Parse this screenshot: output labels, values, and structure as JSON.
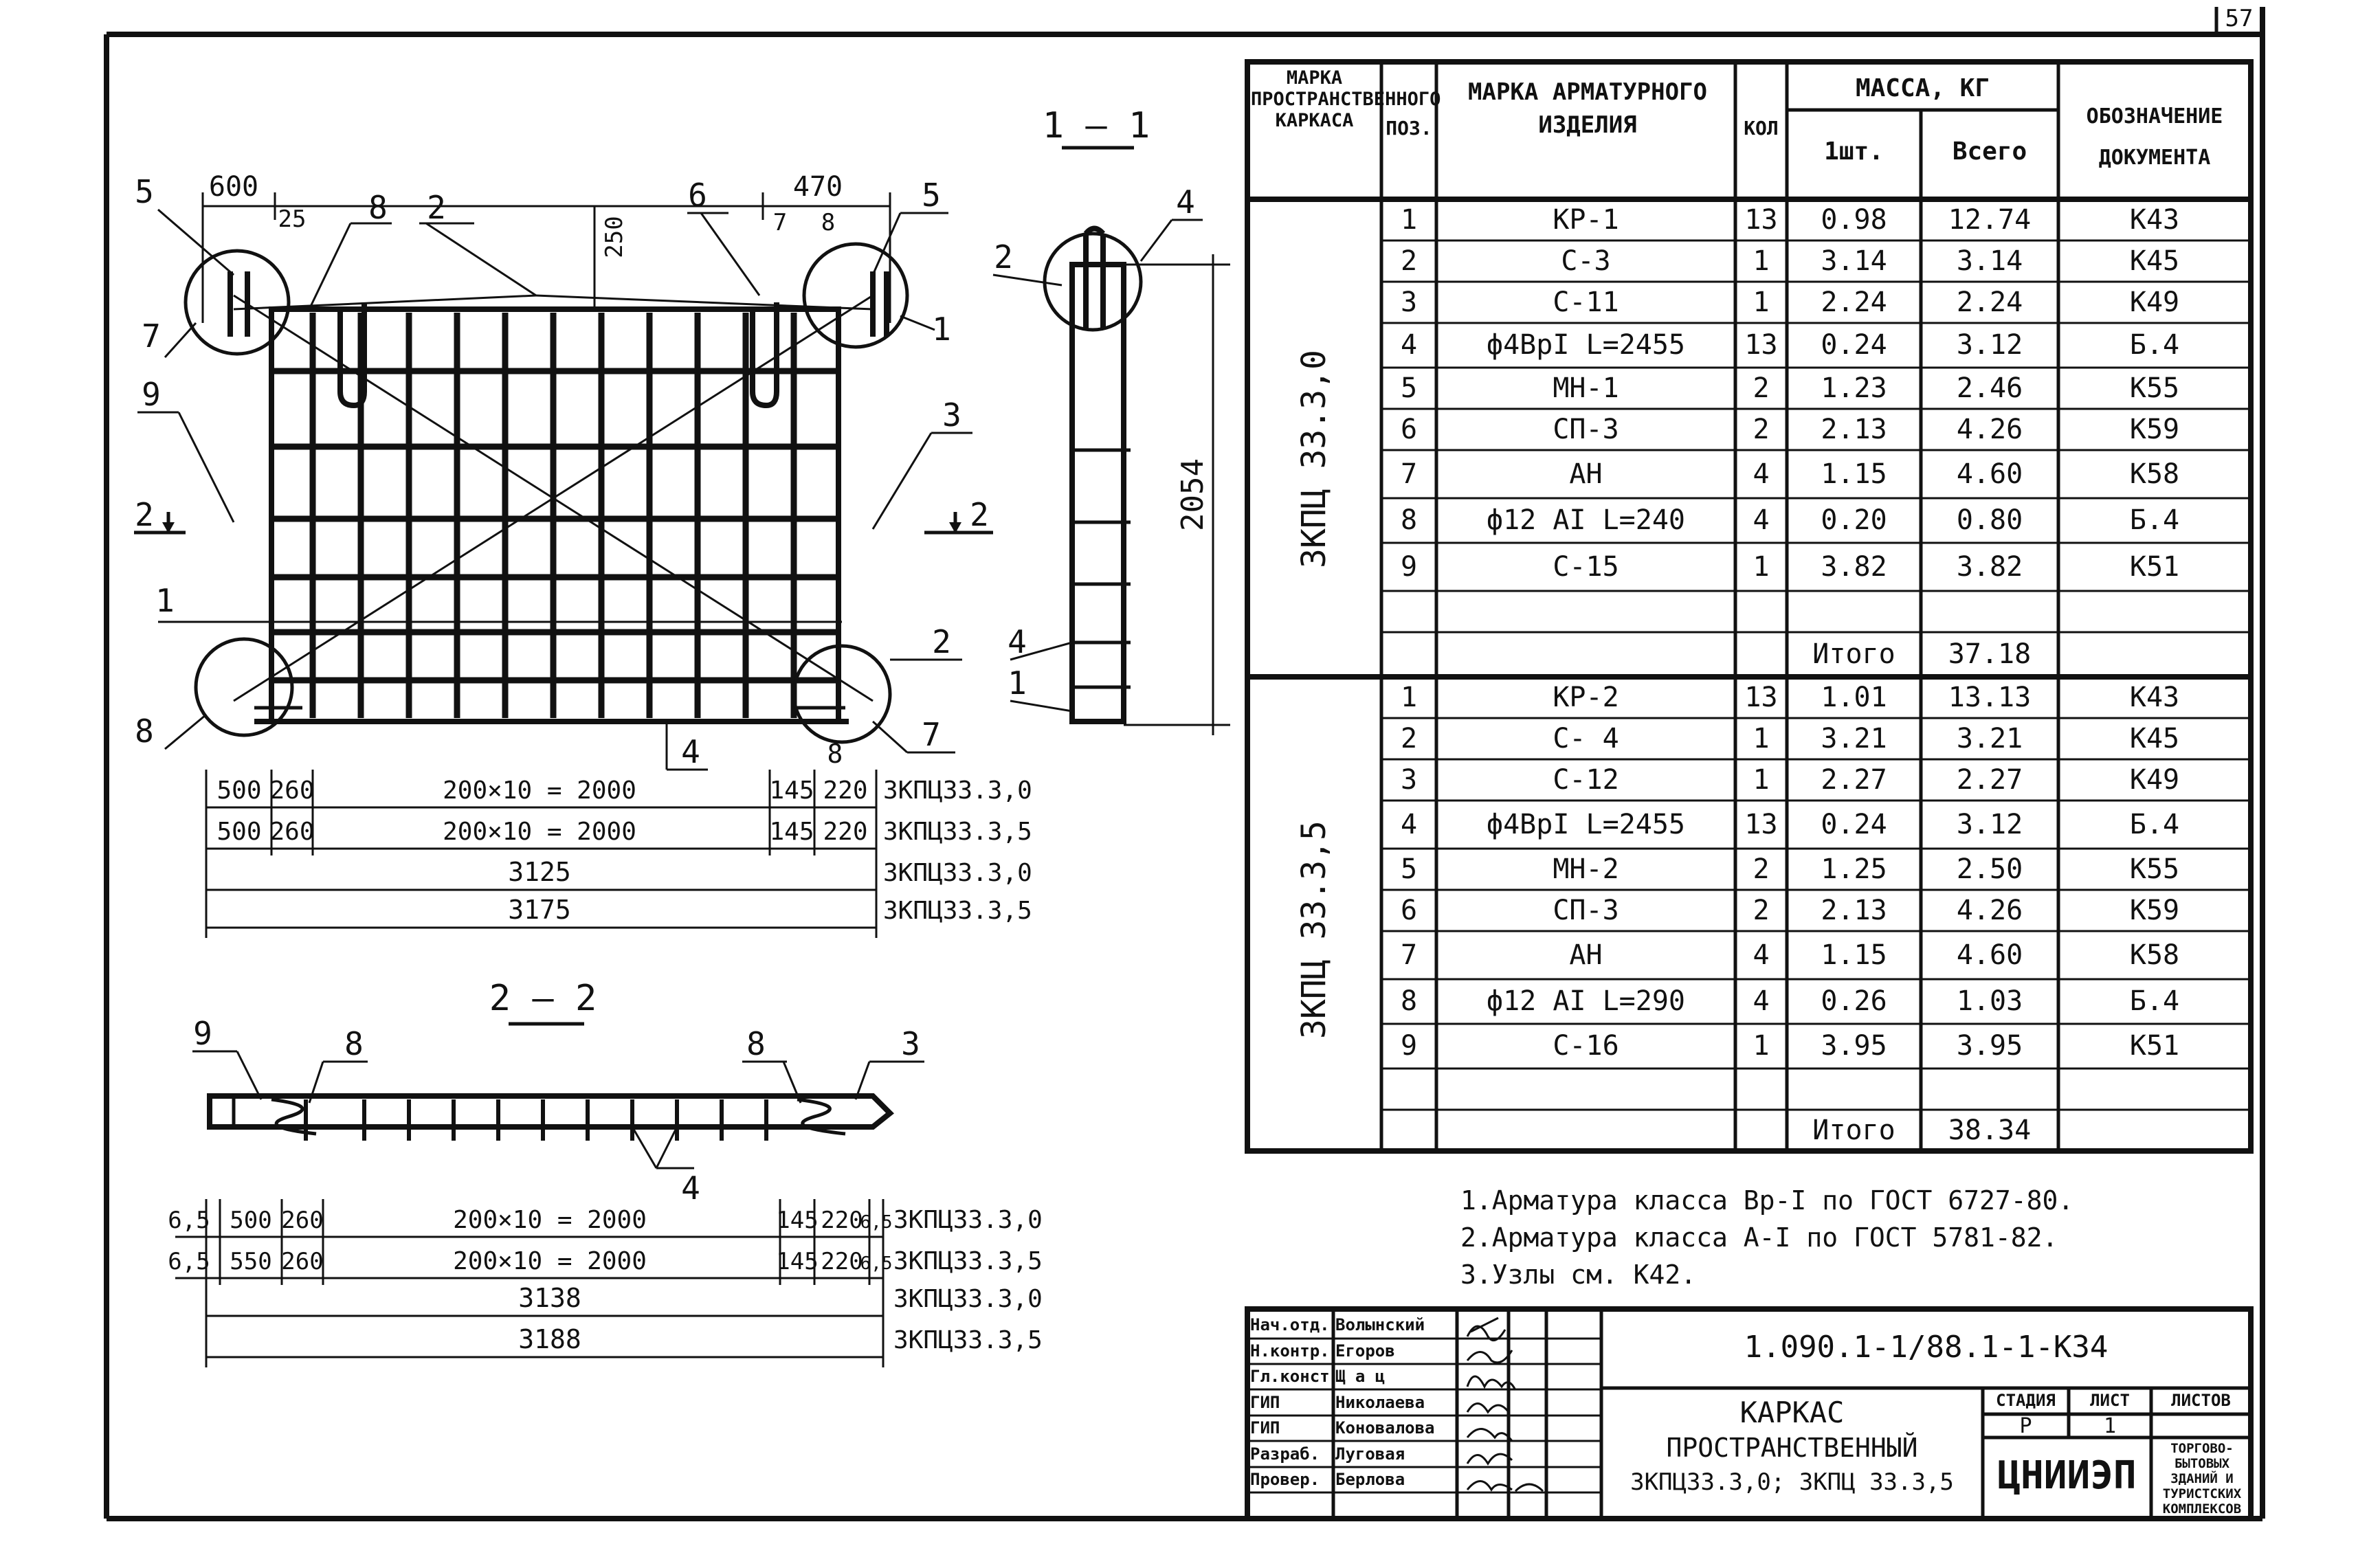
{
  "sheet_number": "57",
  "views": {
    "elevation": {
      "dims_top": [
        "600",
        "25",
        "250",
        "470"
      ],
      "callouts": {
        "c5a": "5",
        "c8a": "8",
        "c2a": "2",
        "c6": "6",
        "c7a": "7",
        "c8b": "8",
        "c5b": "5",
        "c7b": "7",
        "c1a": "1",
        "c9": "9",
        "c3": "3",
        "c1b": "1",
        "c2b": "2",
        "c8c": "8",
        "c4": "4",
        "c8d": "8",
        "c7c": "7"
      },
      "section_left": "2",
      "section_right": "2",
      "dim_rows": [
        {
          "a": "500",
          "b": "260",
          "mid": "200×10 = 2000",
          "c": "145",
          "d": "220",
          "tag": "3КПЦ33.3,0"
        },
        {
          "a": "500",
          "b": "260",
          "mid": "200×10 = 2000",
          "c": "145",
          "d": "220",
          "tag": "3КПЦ33.3,5"
        }
      ],
      "totals": [
        {
          "value": "3125",
          "tag": "3КПЦ33.3,0"
        },
        {
          "value": "3175",
          "tag": "3КПЦ33.3,5"
        }
      ]
    },
    "section_1_1": {
      "title": "1 – 1",
      "height_dim": "2054",
      "callouts": {
        "c4a": "4",
        "c2": "2",
        "c4b": "4",
        "c1": "1"
      }
    },
    "section_2_2": {
      "title": "2 – 2",
      "callouts": {
        "c9": "9",
        "c8a": "8",
        "c8b": "8",
        "c3": "3",
        "c4": "4"
      },
      "dim_rows": [
        {
          "e": "6,5",
          "a": "500",
          "b": "260",
          "mid": "200×10 = 2000",
          "c": "145",
          "d": "220",
          "f": "6,5",
          "tag": "3КПЦ33.3,0"
        },
        {
          "e": "6,5",
          "a": "550",
          "b": "260",
          "mid": "200×10 = 2000",
          "c": "145",
          "d": "220",
          "f": "6,5",
          "tag": "3КПЦ33.3,5"
        }
      ],
      "totals": [
        {
          "value": "3138",
          "tag": "3КПЦ33.3,0"
        },
        {
          "value": "3188",
          "tag": "3КПЦ33.3,5"
        }
      ]
    }
  },
  "spec_table": {
    "headers": {
      "frame": "Марка пространственного каркаса",
      "pos": "Поз.",
      "item": "Марка арматурного изделия",
      "qty": "Кол",
      "mass": "Масса, кг",
      "unit": "1шт.",
      "total": "Всего",
      "doc": "Обозначение документа"
    },
    "groups": [
      {
        "frame": "3КПЦ 33.3,0",
        "rows": [
          {
            "pos": "1",
            "item": "КР-1",
            "qty": "13",
            "unit": "0.98",
            "total": "12.74",
            "doc": "К43"
          },
          {
            "pos": "2",
            "item": "С-3",
            "qty": "1",
            "unit": "3.14",
            "total": "3.14",
            "doc": "К45"
          },
          {
            "pos": "3",
            "item": "С-11",
            "qty": "1",
            "unit": "2.24",
            "total": "2.24",
            "doc": "К49"
          },
          {
            "pos": "4",
            "item": "ф4ВрI L=2455",
            "qty": "13",
            "unit": "0.24",
            "total": "3.12",
            "doc": "Б.4"
          },
          {
            "pos": "5",
            "item": "МН-1",
            "qty": "2",
            "unit": "1.23",
            "total": "2.46",
            "doc": "К55"
          },
          {
            "pos": "6",
            "item": "СП-3",
            "qty": "2",
            "unit": "2.13",
            "total": "4.26",
            "doc": "К59"
          },
          {
            "pos": "7",
            "item": "АН",
            "qty": "4",
            "unit": "1.15",
            "total": "4.60",
            "doc": "К58"
          },
          {
            "pos": "8",
            "item": "ф12 АI L=240",
            "qty": "4",
            "unit": "0.20",
            "total": "0.80",
            "doc": "Б.4"
          },
          {
            "pos": "9",
            "item": "С-15",
            "qty": "1",
            "unit": "3.82",
            "total": "3.82",
            "doc": "К51"
          }
        ],
        "total_label": "Итого",
        "total_value": "37.18"
      },
      {
        "frame": "3КПЦ 33.3,5",
        "rows": [
          {
            "pos": "1",
            "item": "КР-2",
            "qty": "13",
            "unit": "1.01",
            "total": "13.13",
            "doc": "К43"
          },
          {
            "pos": "2",
            "item": "С- 4",
            "qty": "1",
            "unit": "3.21",
            "total": "3.21",
            "doc": "К45"
          },
          {
            "pos": "3",
            "item": "С-12",
            "qty": "1",
            "unit": "2.27",
            "total": "2.27",
            "doc": "К49"
          },
          {
            "pos": "4",
            "item": "ф4ВрI L=2455",
            "qty": "13",
            "unit": "0.24",
            "total": "3.12",
            "doc": "Б.4"
          },
          {
            "pos": "5",
            "item": "МН-2",
            "qty": "2",
            "unit": "1.25",
            "total": "2.50",
            "doc": "К55"
          },
          {
            "pos": "6",
            "item": "СП-3",
            "qty": "2",
            "unit": "2.13",
            "total": "4.26",
            "doc": "К59"
          },
          {
            "pos": "7",
            "item": "АН",
            "qty": "4",
            "unit": "1.15",
            "total": "4.60",
            "doc": "К58"
          },
          {
            "pos": "8",
            "item": "ф12 АI L=290",
            "qty": "4",
            "unit": "0.26",
            "total": "1.03",
            "doc": "Б.4"
          },
          {
            "pos": "9",
            "item": "С-16",
            "qty": "1",
            "unit": "3.95",
            "total": "3.95",
            "doc": "К51"
          }
        ],
        "total_label": "Итого",
        "total_value": "38.34"
      }
    ]
  },
  "notes": [
    "1.Арматура класса Вр-I по ГОСТ 6727-80.",
    "2.Арматура класса А-I по ГОСТ 5781-82.",
    "3.Узлы см. К42."
  ],
  "title_block": {
    "doc_code": "1.090.1-1/88.1-1-К34",
    "title_line1": "Каркас",
    "title_line2": "пространственный",
    "title_line3": "3КПЦ33.3,0; 3КПЦ 33.3,5",
    "stage_label": "Стадия",
    "sheet_label": "Лист",
    "sheets_label": "Листов",
    "stage": "Р",
    "sheet": "1",
    "org": "ЦНИИЭП",
    "org_sub": [
      "торгово-",
      "бытовых",
      "зданий и",
      "туристских",
      "комплексов"
    ],
    "staff": [
      {
        "role": "Нач.отд.",
        "name": "Волынский"
      },
      {
        "role": "Н.контр.",
        "name": "Егоров"
      },
      {
        "role": "Гл.конст.",
        "name": "Щ а ц"
      },
      {
        "role": "ГИП",
        "name": "Николаева"
      },
      {
        "role": "ГИП",
        "name": "Коновалова"
      },
      {
        "role": "Разраб.",
        "name": "Луговая"
      },
      {
        "role": "Провер.",
        "name": "Берлова"
      }
    ]
  }
}
